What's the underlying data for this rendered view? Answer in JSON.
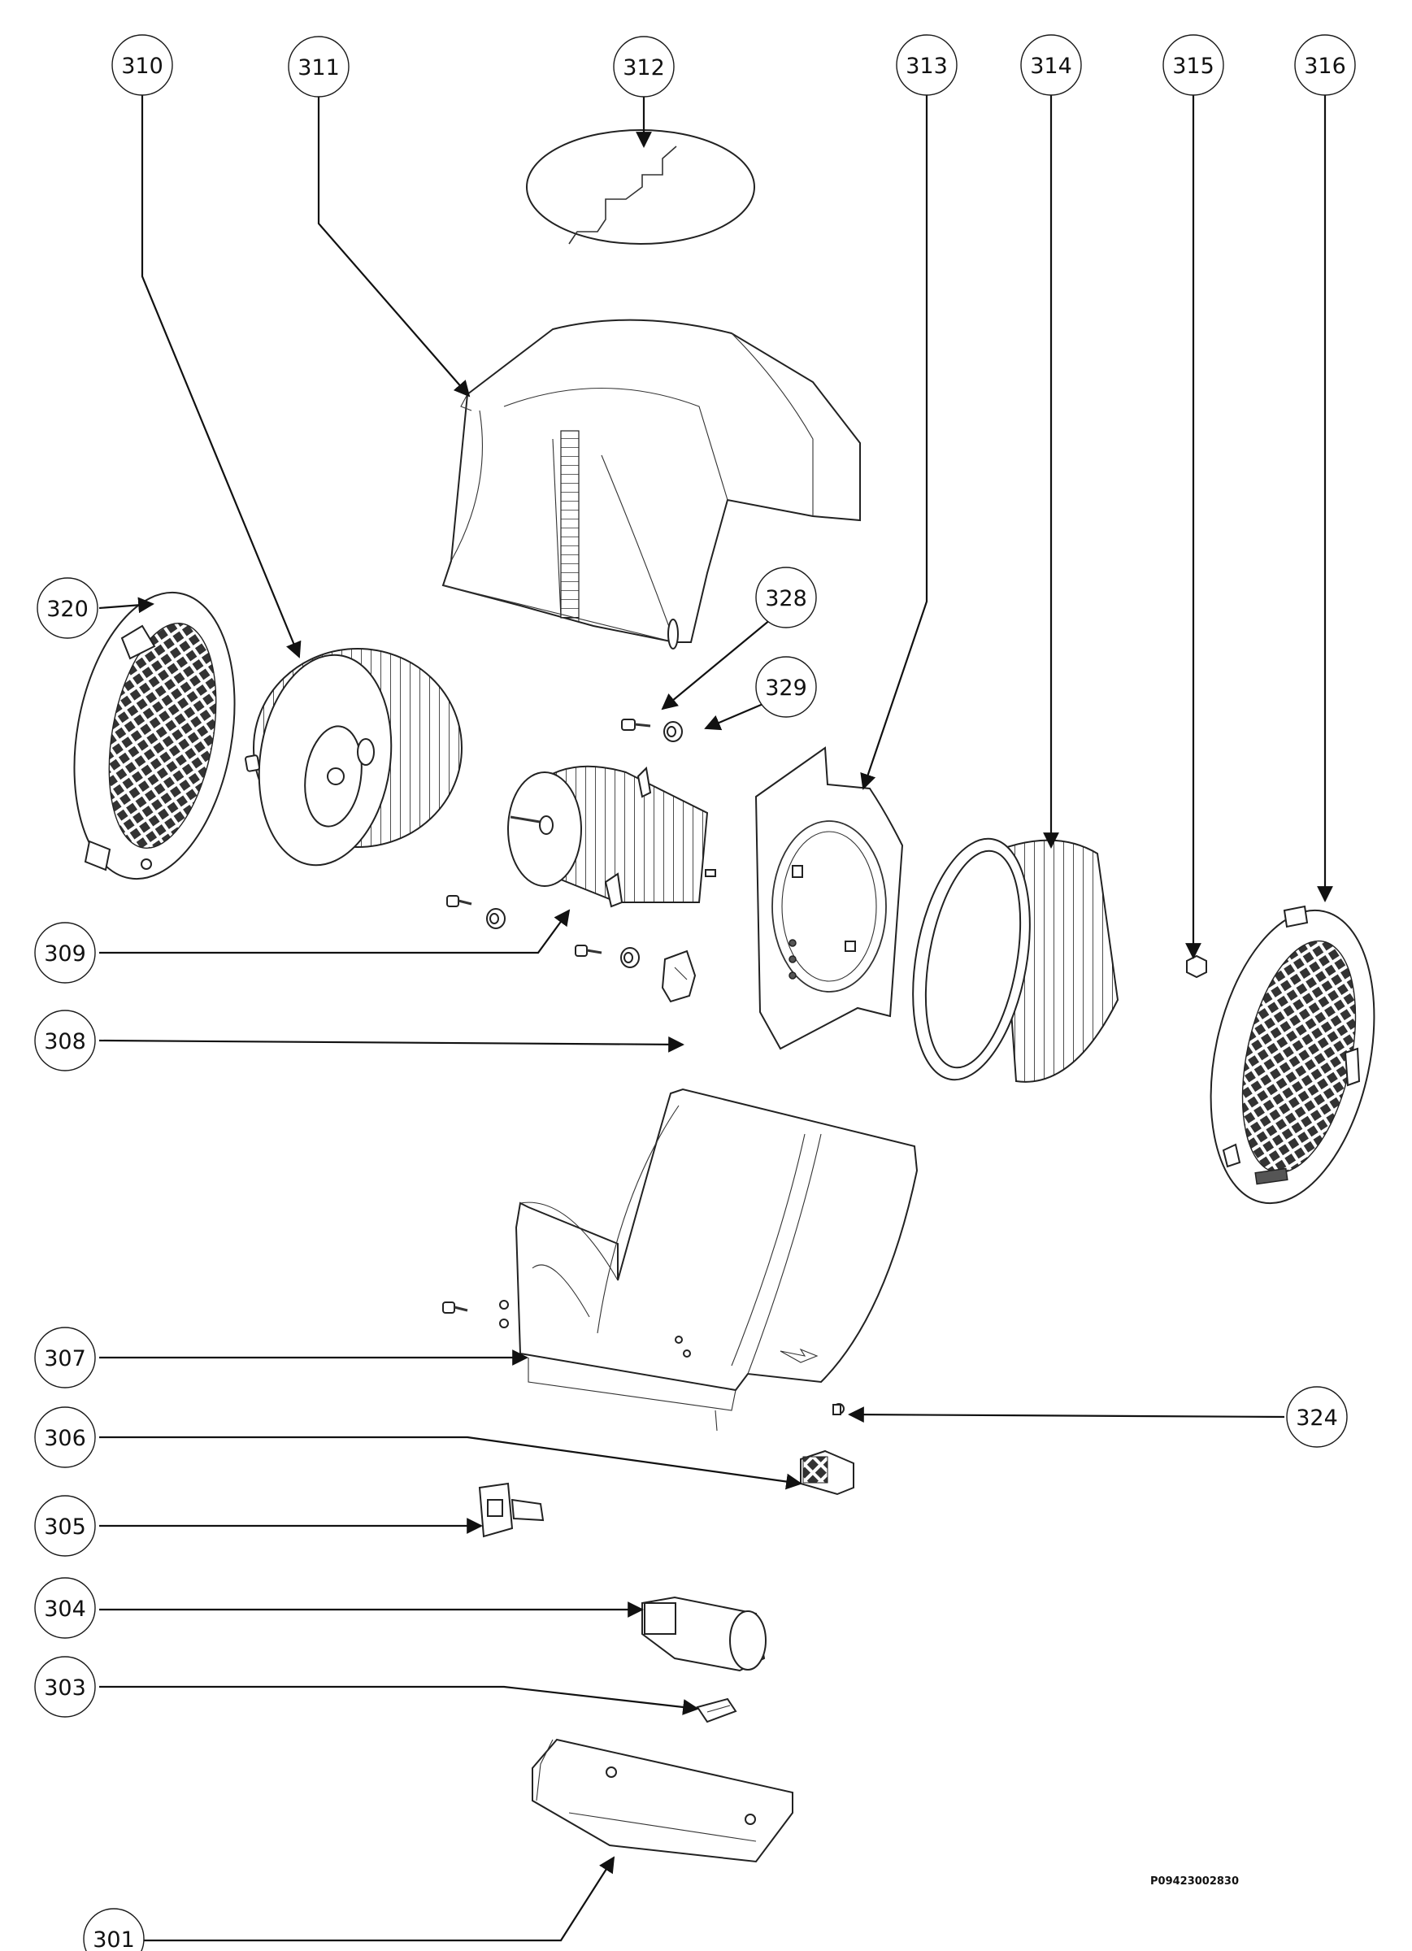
{
  "drawing_code": "P09423002830",
  "callouts": {
    "c310": "310",
    "c311": "311",
    "c312": "312",
    "c313": "313",
    "c314": "314",
    "c315": "315",
    "c316": "316",
    "c320": "320",
    "c328": "328",
    "c329": "329",
    "c309": "309",
    "c308": "308",
    "c307": "307",
    "c324": "324",
    "c306": "306",
    "c305": "305",
    "c304": "304",
    "c303": "303",
    "c301": "301"
  }
}
